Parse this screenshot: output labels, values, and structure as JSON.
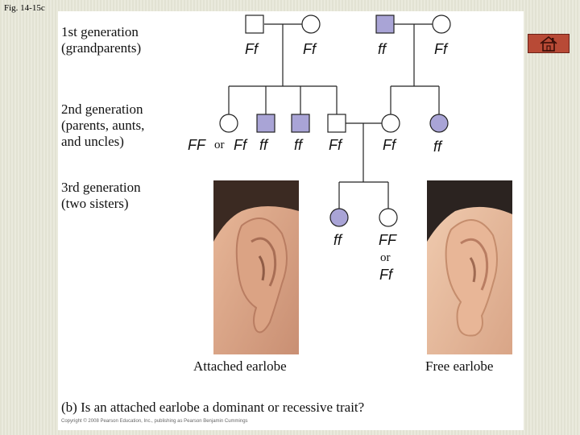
{
  "figure_label": "Fig. 14-15c",
  "generations": {
    "first": "1st generation\n(grandparents)",
    "second": "2nd generation\n(parents, aunts,\nand uncles)",
    "third": "3rd generation\n(two sisters)"
  },
  "genotypes": {
    "gp1": "Ff",
    "gp2": "Ff",
    "gp3": "ff",
    "gp4": "Ff",
    "p1a": "FF",
    "p1_or": "or",
    "p1b": "Ff",
    "p2": "ff",
    "p3": "ff",
    "p4": "Ff",
    "p5": "Ff",
    "p6": "ff",
    "s1": "ff",
    "s2a": "FF",
    "s2_or": "or",
    "s2b": "Ff"
  },
  "captions": {
    "attached": "Attached earlobe",
    "free": "Free earlobe"
  },
  "question": "(b) Is an attached earlobe a dominant or recessive trait?",
  "credit": "Copyright © 2008 Pearson Education, Inc., publishing as Pearson Benjamin Cummings",
  "colors": {
    "affected": "#a9a4d6",
    "unaffected": "#ffffff",
    "home_button": "#b84a36"
  },
  "icons": {
    "home": "home-icon"
  }
}
